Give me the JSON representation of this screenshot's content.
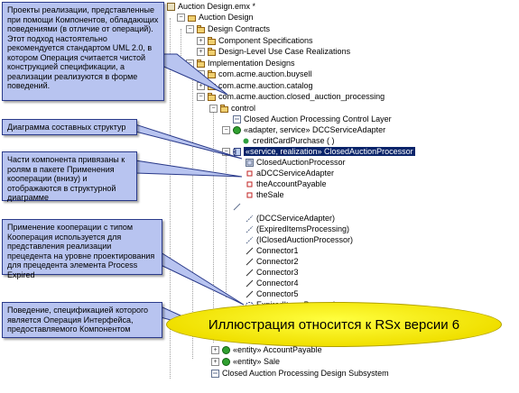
{
  "tree": {
    "rows": [
      {
        "label": "Auction Design.emx *"
      },
      {
        "label": "Auction Design"
      },
      {
        "label": "Design Contracts"
      },
      {
        "label": "Component Specifications"
      },
      {
        "label": "Design-Level Use Case Realizations"
      },
      {
        "label": "Implementation Designs"
      },
      {
        "label": "com.acme.auction.buysell"
      },
      {
        "label": "com.acme.auction.catalog"
      },
      {
        "label": "com.acme.auction.closed_auction_processing"
      },
      {
        "label": "control"
      },
      {
        "label": "Closed Auction Processing Control Layer"
      },
      {
        "label": "«adapter, service» DCCServiceAdapter"
      },
      {
        "label": "creditCardPurchase ( )"
      },
      {
        "label": "«service, realization» ClosedAuctionProcessor"
      },
      {
        "label": "ClosedAuctionProcessor"
      },
      {
        "label": "aDCCServiceAdapter"
      },
      {
        "label": "theAccountPayable"
      },
      {
        "label": "theSale"
      },
      {
        "label": ""
      },
      {
        "label": "(DCCServiceAdapter)"
      },
      {
        "label": "(ExpiredItemsProcessing)"
      },
      {
        "label": "(IClosedAuctionProcessor)"
      },
      {
        "label": "Connector1"
      },
      {
        "label": "Connector2"
      },
      {
        "label": "Connector3"
      },
      {
        "label": "Connector4"
      },
      {
        "label": "Connector5"
      },
      {
        "label": "ExpiredItemsProcessing"
      },
      {
        "label": "«entity» AccountPayable"
      },
      {
        "label": "«entity» Sale"
      },
      {
        "label": "Closed Auction Processing Design Subsystem"
      }
    ]
  },
  "notes": [
    "Проекты реализации, представленные при помощи Компонентов, обладающих поведениями (в отличие от операций). Этот подход настоятельно рекомендуется стандартом UML 2.0, в котором Операция считается чистой конструкцией спецификации, а реализации реализуются в форме поведений.",
    "Диаграмма составных структур",
    "Части компонента привязаны к ролям в пакете Применения кооперации (внизу) и отображаются в структурной диаграмме",
    "Применение кооперации с типом Кооперация используется для представления реализации прецедента на уровне проектирования для прецедента элемента Process Expired",
    "Поведение, спецификацией которого является Операция Интерфейса, предоставляемого Компонентом"
  ],
  "banner": "Иллюстрация относится к  RSx версии 6",
  "colors": {
    "note_bg": "#b8c4f0",
    "note_border": "#2a3a8a",
    "banner": "#f0e000",
    "selection": "#0a246a"
  }
}
